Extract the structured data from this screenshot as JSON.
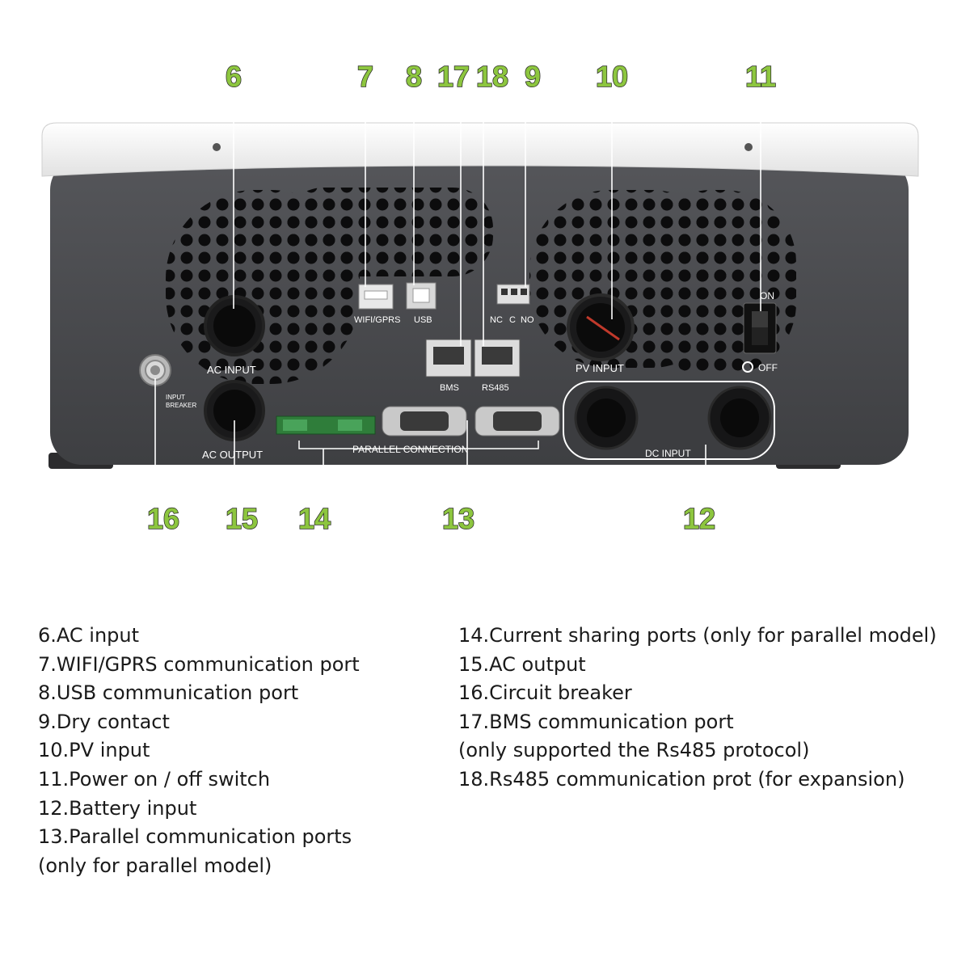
{
  "colors": {
    "callout_fill": "#8dc63f",
    "callout_stroke": "#2a2a2a",
    "housing": "#4a4b4e",
    "housing_top": "#f4f4f4",
    "leader": "#ffffff"
  },
  "callouts": [
    {
      "num": "6"
    },
    {
      "num": "7"
    },
    {
      "num": "8"
    },
    {
      "num": "17"
    },
    {
      "num": "18"
    },
    {
      "num": "9"
    },
    {
      "num": "10"
    },
    {
      "num": "11"
    },
    {
      "num": "16"
    },
    {
      "num": "15"
    },
    {
      "num": "14"
    },
    {
      "num": "13"
    },
    {
      "num": "12"
    }
  ],
  "panel": {
    "ac_input": "AC  INPUT",
    "ac_output": "AC  OUTPUT",
    "wifi_gprs": "WIFI/GPRS",
    "usb": "USB",
    "nc": "NC",
    "c": "C",
    "no": "NO",
    "bms": "BMS",
    "rs485": "RS485",
    "pv_input": "PV  INPUT",
    "on": "ON",
    "off": "OFF",
    "input": "INPUT",
    "breaker": "BREAKER",
    "parallel_connection": "PARALLEL  CONNECTION",
    "dc_input": "DC  INPUT"
  },
  "legend_left": [
    "6.AC input",
    "7.WIFI/GPRS communication port",
    "8.USB communication port",
    "9.Dry contact",
    "10.PV input",
    "11.Power on / off switch",
    "12.Battery input",
    "13.Parallel communication ports",
    "(only for parallel model)"
  ],
  "legend_right": [
    "14.Current sharing ports (only for parallel model)",
    "15.AC output",
    "16.Circuit breaker",
    "17.BMS communication  port",
    "(only supported the Rs485 protocol)",
    "18.Rs485 communication prot (for expansion)"
  ]
}
